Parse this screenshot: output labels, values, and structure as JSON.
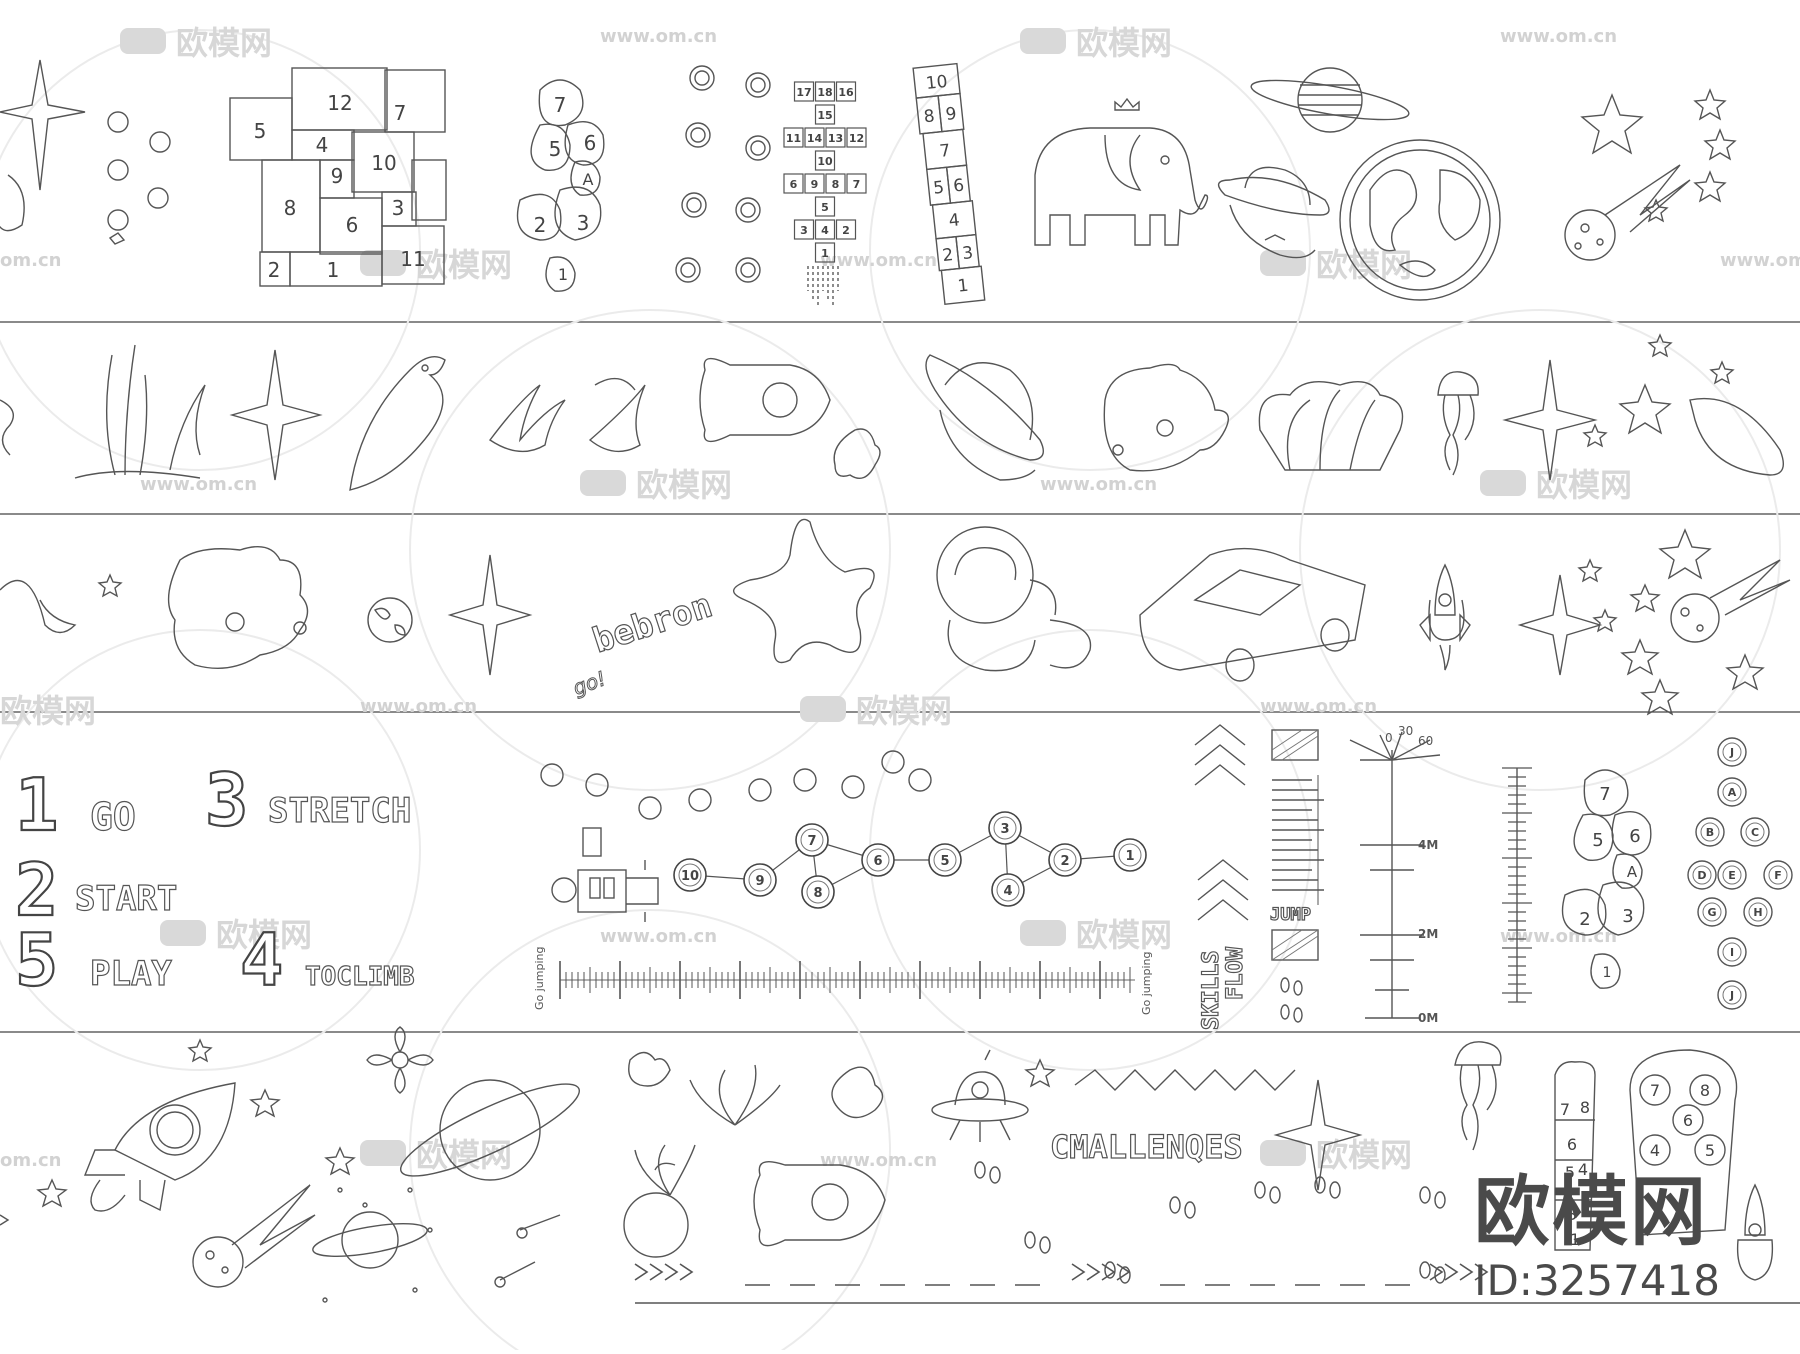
{
  "watermark": {
    "brand": "欧模网",
    "url": "www.om.cn",
    "url_partial": "om.cn"
  },
  "badge": {
    "brand": "欧模网",
    "id": "ID:3257418"
  },
  "hopscotch_grid": [
    "12",
    "7",
    "5",
    "4",
    "10",
    "9",
    "8",
    "6",
    "3",
    "11",
    "2",
    "1"
  ],
  "stones": [
    "7",
    "6",
    "5",
    "A",
    "2",
    "3",
    "1"
  ],
  "vertical_hop": [
    "10",
    "8",
    "9",
    "7",
    "5",
    "6",
    "4",
    "2",
    "3",
    "1"
  ],
  "tower_rows": [
    [
      "17",
      "18",
      "16"
    ],
    [
      "15"
    ],
    [
      "11",
      "14",
      "13",
      "12"
    ],
    [
      "10"
    ],
    [
      "6",
      "9",
      "8",
      "7"
    ],
    [
      "5"
    ],
    [
      "3",
      "4",
      "2"
    ],
    [
      "1"
    ]
  ],
  "row3": {
    "word": "bebron",
    "go": "go!"
  },
  "steps": [
    {
      "num": "1",
      "word": "GO"
    },
    {
      "num": "3",
      "word": "STRETCH"
    },
    {
      "num": "2",
      "word": "START"
    },
    {
      "num": "5",
      "word": "PLAY"
    },
    {
      "num": "4",
      "word": "TOCLIMB"
    }
  ],
  "chain_numbers": [
    "10",
    "9",
    "7",
    "8",
    "6",
    "5",
    "3",
    "4",
    "2",
    "1"
  ],
  "ruler_caption": "Go jumping",
  "skills_flow": [
    "SKILLS",
    "FLOW"
  ],
  "jump_label": "JUMP",
  "angle_labels": [
    "0",
    "30",
    "60"
  ],
  "distance_labels": [
    "4M",
    "2M",
    "0M"
  ],
  "letter_grid": [
    "J",
    "A",
    "B",
    "C",
    "D",
    "E",
    "F",
    "G",
    "H",
    "I",
    "J"
  ],
  "challenges": "CMALLENQES",
  "hop_panel": [
    "7",
    "8",
    "6",
    "5",
    "4",
    "3",
    "1"
  ],
  "circle_hop": [
    "7",
    "8",
    "6",
    "4",
    "5"
  ]
}
